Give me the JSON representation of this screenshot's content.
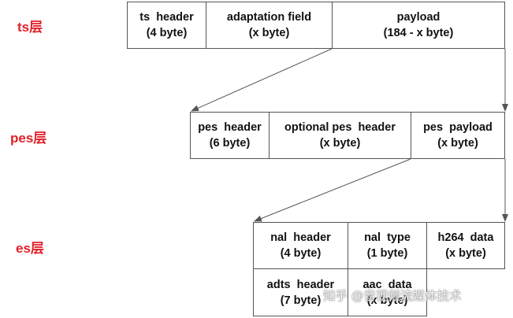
{
  "layers": {
    "ts": "ts层",
    "pes": "pes层",
    "es": "es层"
  },
  "ts": {
    "header": [
      "ts  header",
      "(4 byte)"
    ],
    "adaptation": [
      "adaptation field",
      "(x byte)"
    ],
    "payload": [
      "payload",
      "(184 - x byte)"
    ]
  },
  "pes": {
    "header": [
      "pes  header",
      "(6 byte)"
    ],
    "optional_header": [
      "optional pes  header",
      "(x byte)"
    ],
    "payload": [
      "pes  payload",
      "(x byte)"
    ]
  },
  "es": {
    "nal_header": [
      "nal  header",
      "(4 byte)"
    ],
    "nal_type": [
      "nal  type",
      "(1 byte)"
    ],
    "h264_data": [
      "h264  data",
      "(x byte)"
    ],
    "adts_header": [
      "adts  header",
      "(7 byte)"
    ],
    "aac_data": [
      "aac  data",
      "(x byte)"
    ]
  },
  "watermark": "知乎 @音视频流媒体技术"
}
